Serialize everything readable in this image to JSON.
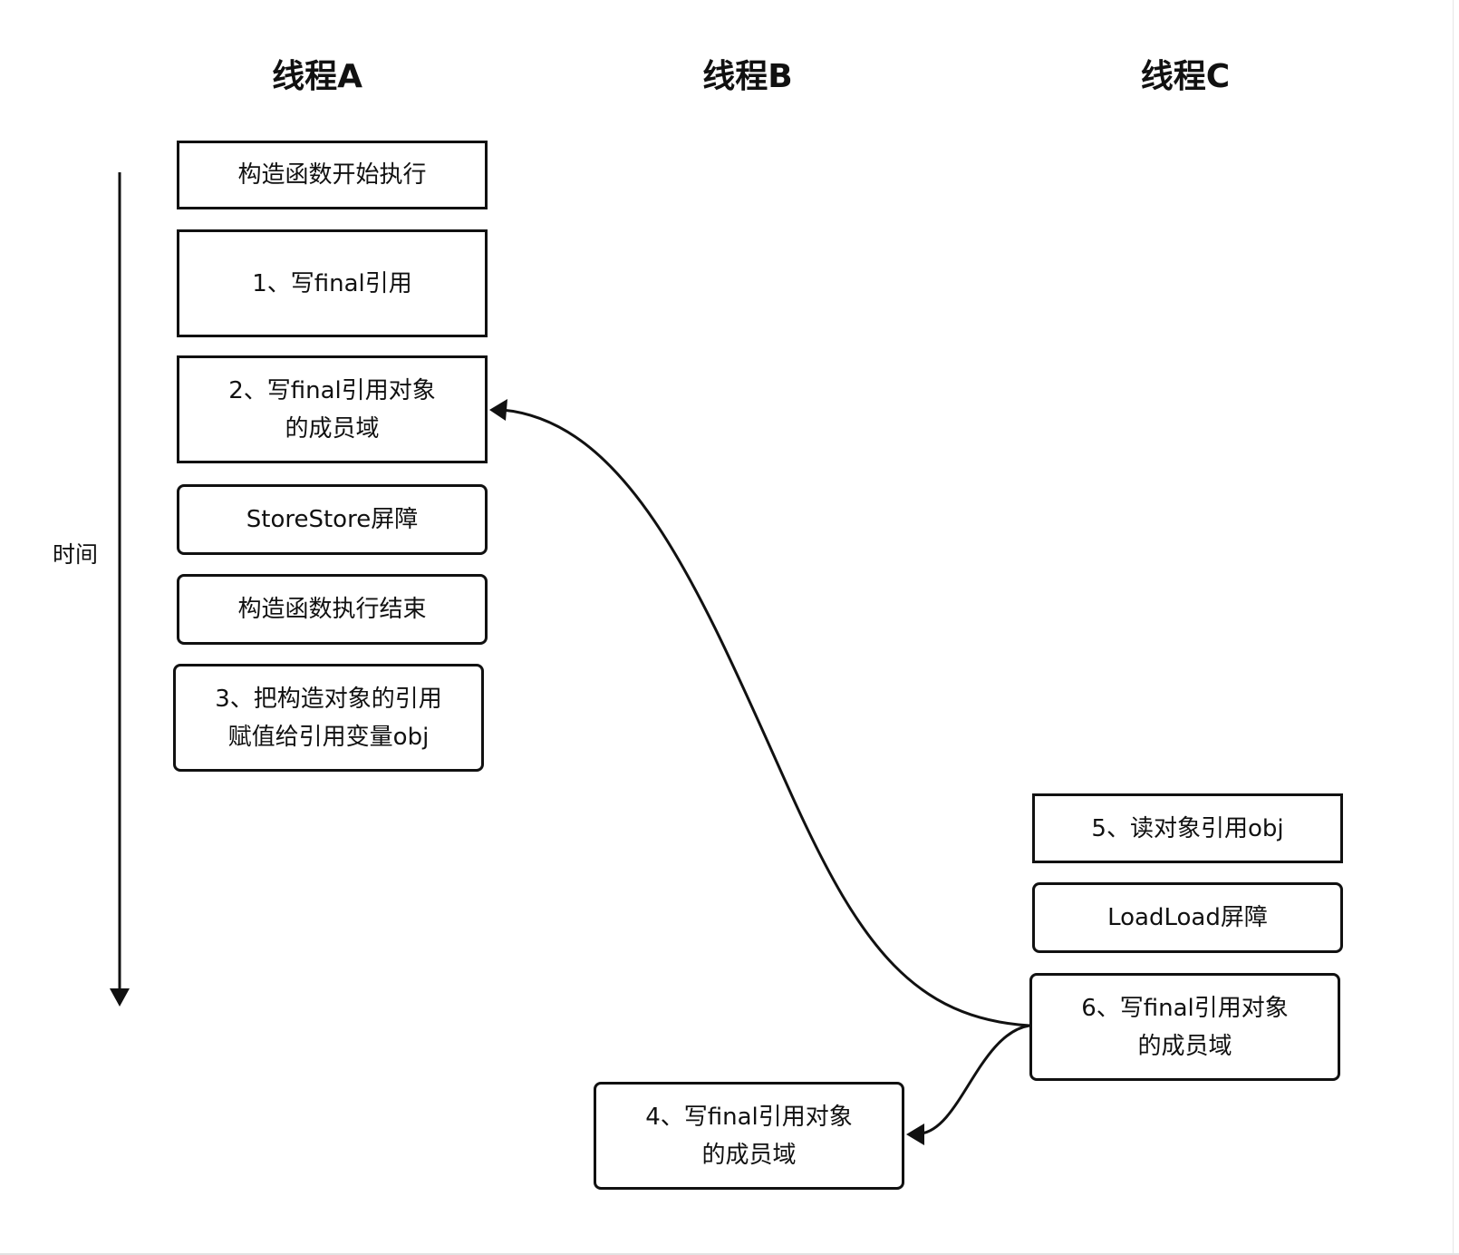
{
  "threads": {
    "a": "线程A",
    "b": "线程B",
    "c": "线程C"
  },
  "time_axis": {
    "label": "时间"
  },
  "steps": {
    "ctor_start": "构造函数开始执行",
    "write_final_ref": "1、写final引用",
    "write_final_member": "2、写final引用对象\n的成员域",
    "storestore_barrier": "StoreStore屏障",
    "ctor_end": "构造函数执行结束",
    "assign_obj": "3、把构造对象的引用\n赋值给引用变量obj",
    "read_obj": "5、读对象引用obj",
    "loadload_barrier": "LoadLoad屏障",
    "write_final_member_c": "6、写final引用对象\n的成员域",
    "write_final_member_b": "4、写final引用对象\n的成员域"
  },
  "colors": {
    "stroke": "#111111",
    "background": "#ffffff"
  }
}
